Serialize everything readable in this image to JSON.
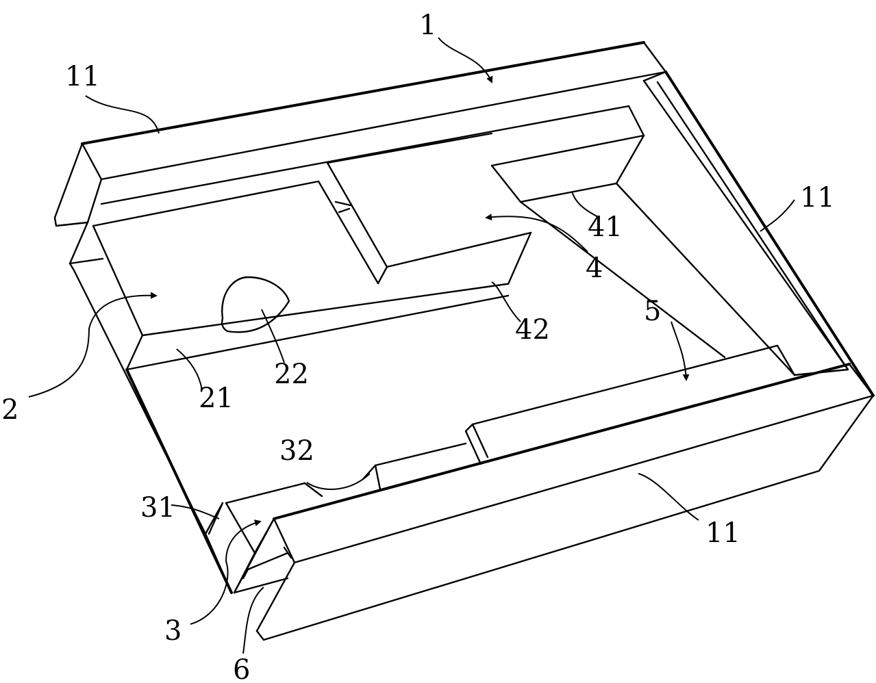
{
  "labels": {
    "l1": "1",
    "l11_top_left": "11",
    "l11_right": "11",
    "l11_bottom": "11",
    "l2": "2",
    "l21": "21",
    "l22": "22",
    "l3": "3",
    "l31": "31",
    "l32": "32",
    "l4": "4",
    "l41": "41",
    "l42": "42",
    "l5": "5",
    "l6": "6"
  },
  "colors": {
    "line": "#000000",
    "background": "#ffffff"
  }
}
